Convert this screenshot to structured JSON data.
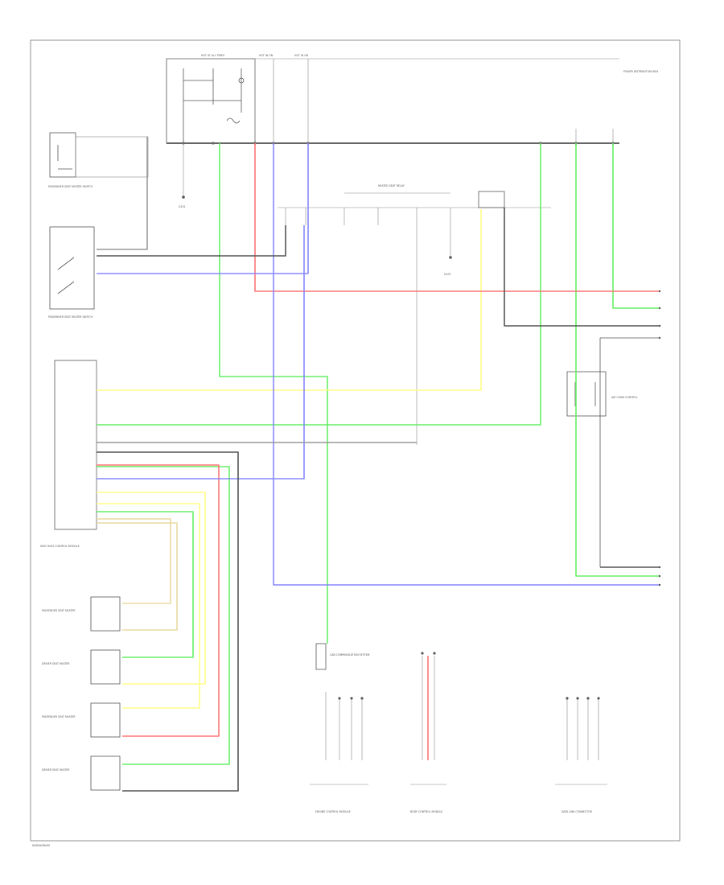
{
  "colors": {
    "green": "#66ee66",
    "yellow": "#ffff88",
    "red": "#ff7777",
    "blue": "#8888ff",
    "black": "#555555",
    "gray": "#999999",
    "tan": "#e8d8a0",
    "background": "#ffffff"
  },
  "labels": {
    "relay_top": "HOT AT ALL TIMES",
    "fuse_a": "HOT IN ON",
    "fuse_b": "HOT IN ON",
    "power_dist": "POWER DISTRIBUTION BOX",
    "warm_relay": "HEATED SEAT RELAY",
    "seat_switch_1": "PASSENGER SEAT HEATER SWITCH",
    "seat_switch_2": "PASSENGER SEAT HEATER SWITCH",
    "driver_seat_module": "SEAT HEAT CONTROL MODULE",
    "seat_heater_1": "PASSENGER SEAT HEATER",
    "seat_heater_2": "DRIVER SEAT HEATER",
    "seat_heater_3": "PASSENGER SEAT HEATER",
    "seat_heater_4": "DRIVER SEAT HEATER",
    "ground_1": "G101",
    "ground_2": "G102",
    "engine_control": "ENGINE CONTROL MODULE",
    "body_control": "BODY CONTROL MODULE",
    "data_link": "DATA LINK CONNECTOR",
    "hvac": "AIR COND CONTROL",
    "canbus_note": "CAN COMMUNICATION SYSTEM",
    "footer": "W/DIAGRAM"
  }
}
